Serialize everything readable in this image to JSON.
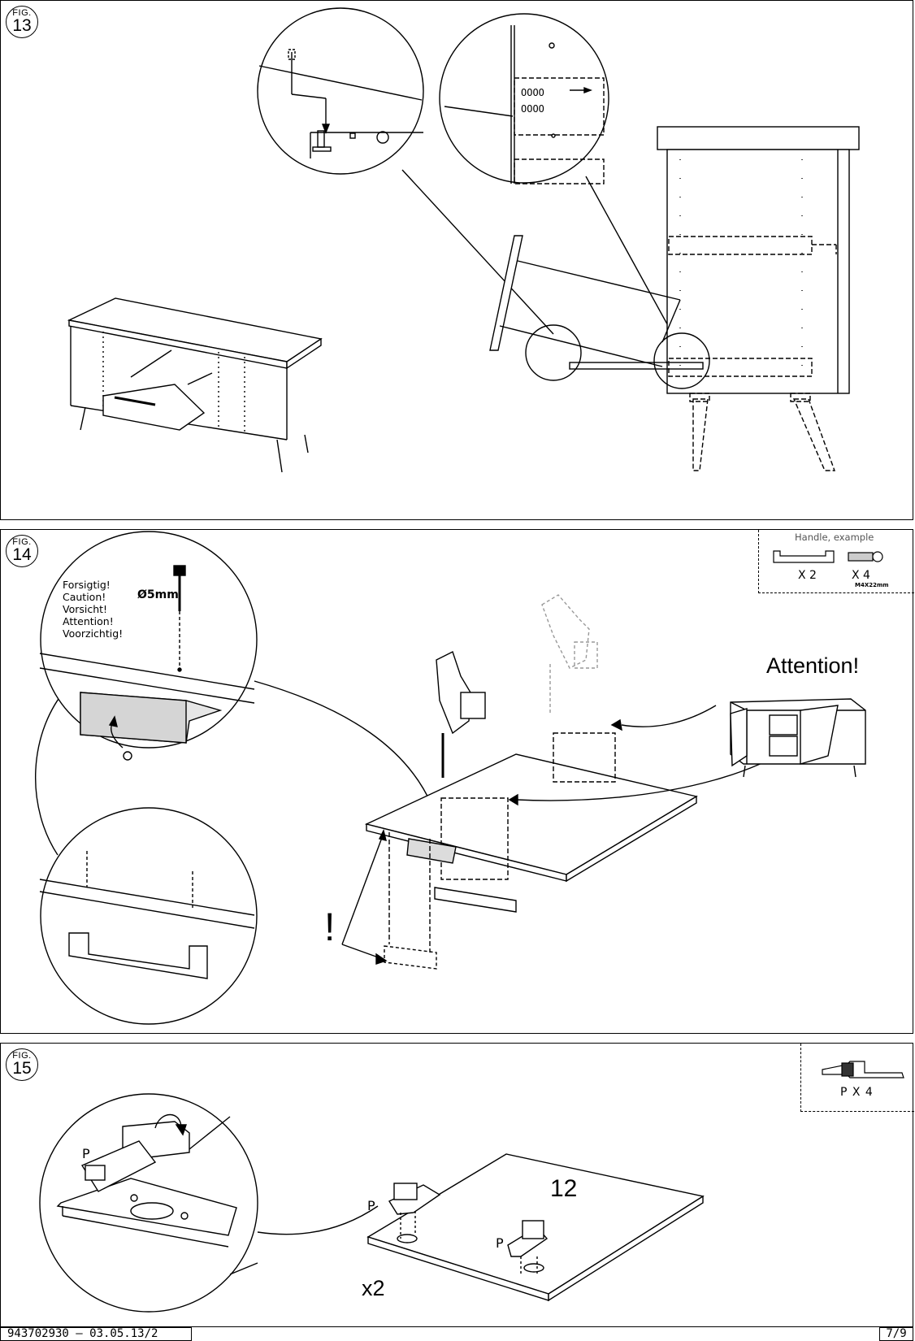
{
  "fig13": {
    "fig_label": "FIG.",
    "fig_number": "13"
  },
  "fig14": {
    "fig_label": "FIG.",
    "fig_number": "14",
    "caution_lines": [
      "Forsigtig!",
      "Caution!",
      "Vorsicht!",
      "Attention!",
      "Voorzichtig!"
    ],
    "drill_size": "Ø5mm",
    "attention": "Attention!",
    "exclamation": "!",
    "parts_box": {
      "title": "Handle, example",
      "handle_qty": "X 2",
      "screw_qty": "X 4",
      "screw_spec": "M4X22mm"
    }
  },
  "fig15": {
    "fig_label": "FIG.",
    "fig_number": "15",
    "hinge_label": "P",
    "panel_number": "12",
    "multiplier": "x2",
    "parts_box": {
      "qty": "P X 4"
    }
  },
  "footer": {
    "doc_code": "943702930  –  03.05.13/2",
    "page": "7/9"
  }
}
